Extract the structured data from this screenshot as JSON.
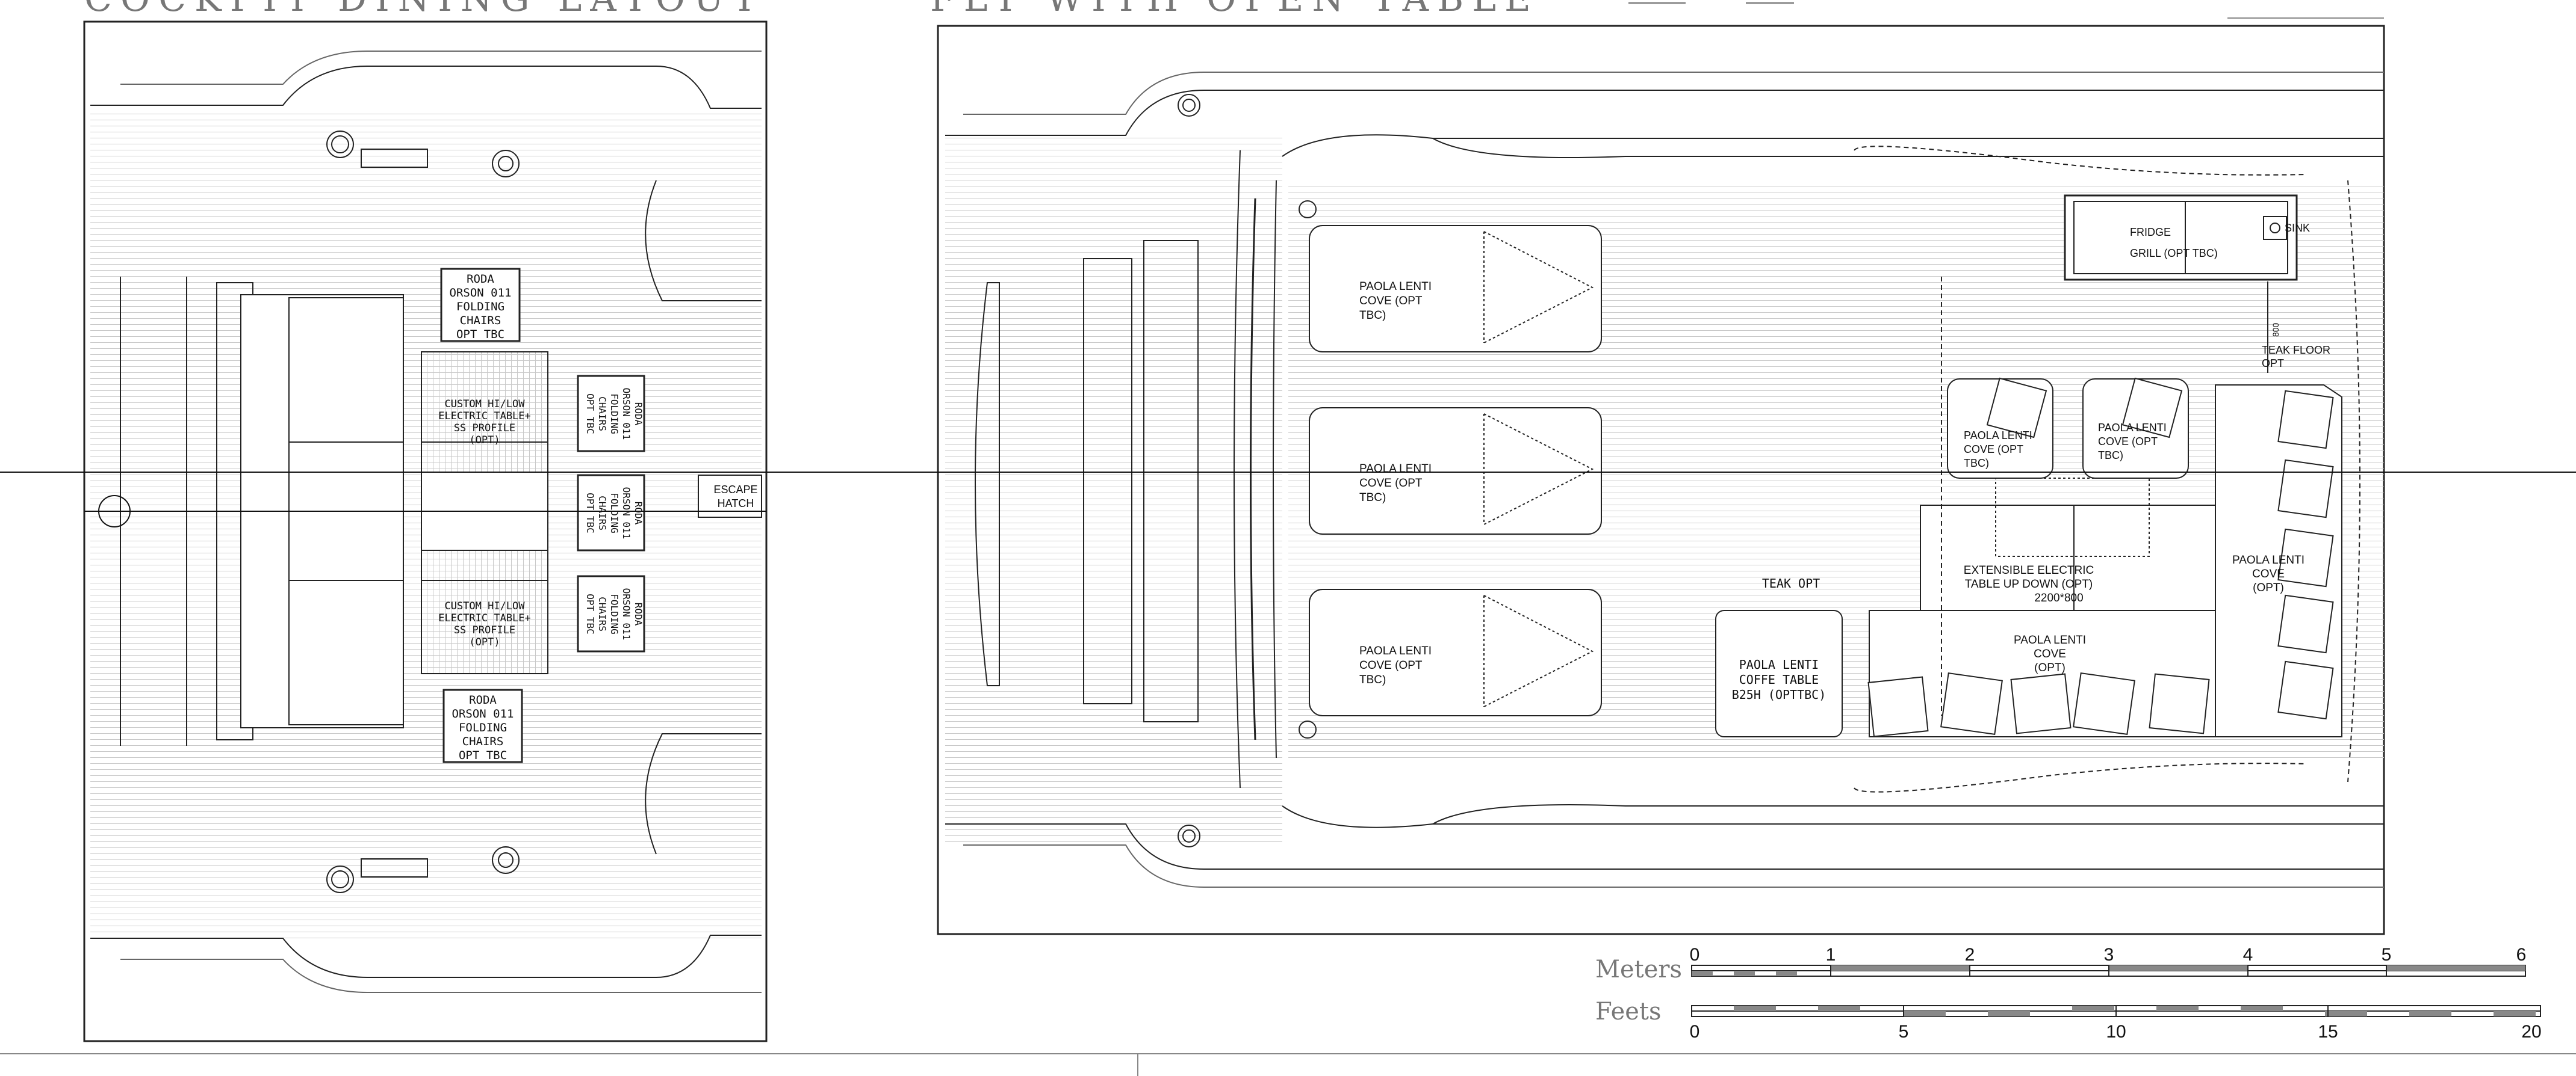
{
  "cockpit": {
    "heading": "COCKPIT DINING LAYOUT",
    "chair_top": [
      "RODA",
      "ORSON 011",
      "FOLDING",
      "CHAIRS",
      "OPT TBC"
    ],
    "chair_bottom": [
      "RODA",
      "ORSON 011",
      "FOLDING",
      "CHAIRS",
      "OPT TBC"
    ],
    "chair_side": [
      "RODA",
      "ORSON 011",
      "FOLDING",
      "CHAIRS",
      "OPT TBC"
    ],
    "table_upper": [
      "CUSTOM HI/LOW",
      "ELECTRIC TABLE+",
      "SS PROFILE",
      "(OPT)"
    ],
    "table_lower": [
      "CUSTOM HI/LOW",
      "ELECTRIC TABLE+",
      "SS PROFILE",
      "(OPT)"
    ],
    "escape_hatch": [
      "ESCAPE",
      "HATCH"
    ]
  },
  "flybridge": {
    "heading": "FLY WITH OPEN TABLE",
    "sunpad_1": [
      "PAOLA LENTI",
      "COVE (OPT",
      "TBC)"
    ],
    "sunpad_2": [
      "PAOLA LENTI",
      "COVE (OPT",
      "TBC)"
    ],
    "sunpad_3": [
      "PAOLA LENTI",
      "COVE (OPT",
      "TBC)"
    ],
    "teak_opt": "TEAK OPT",
    "coffee_table": [
      "PAOLA LENTI",
      "COFFE TABLE",
      "B25H (OPTTBC)"
    ],
    "chair_left": [
      "PAOLA LENTI",
      "COVE (OPT",
      "TBC)"
    ],
    "chair_right": [
      "PAOLA LENTI",
      "COVE (OPT",
      "TBC)"
    ],
    "table": [
      "EXTENSIBLE ELECTRIC",
      "TABLE UP DOWN (OPT)",
      "2200*800"
    ],
    "sofa_bottom": [
      "PAOLA LENTI",
      "COVE",
      "(OPT)"
    ],
    "sofa_right": [
      "PAOLA LENTI",
      "COVE",
      "(OPT)"
    ],
    "fridge": "FRIDGE",
    "grill": "GRILL (OPT TBC)",
    "sink": "SINK",
    "teak_floor": [
      "TEAK FLOOR",
      "OPT"
    ],
    "teak_floor_dim": "800"
  },
  "scale": {
    "meters_label": "Meters",
    "feets_label": "Feets",
    "meters_ticks": [
      "0",
      "1",
      "2",
      "3",
      "4",
      "5",
      "6"
    ],
    "feets_ticks": [
      "0",
      "5",
      "10",
      "15",
      "20"
    ]
  }
}
